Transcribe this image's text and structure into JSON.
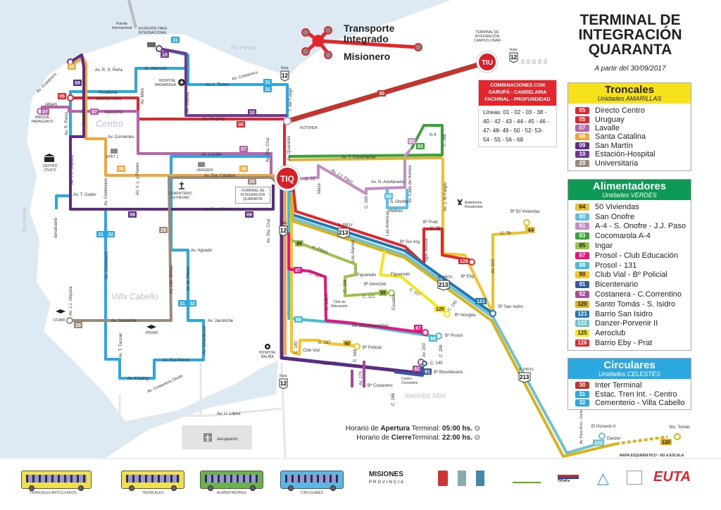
{
  "header": {
    "brand_line1": "Transporte",
    "brand_line2": "Integrado",
    "brand_line3": "Misionero",
    "title_line1": "TERMINAL DE",
    "title_line2": "INTEGRACIÓN",
    "title_line3": "QUARANTA",
    "date": "A partir del  30/09/2017"
  },
  "tiu": {
    "label": "TIU",
    "caption": "TERMINAL DE INTEGRACIÓN CAMPUS UNAM",
    "combo_title_1": "COMBINACIONES CON",
    "combo_title_2": "GARUPÁ - CANDELARIA",
    "combo_title_3": "FACHINAL - PROFUNDIDAD",
    "lines_1": "Líneas: 01 - 02 - 03 - 38 -",
    "lines_2": "40 - 42 - 43 - 44 - 45 - 46 -",
    "lines_3": "47- 48- 49 - 50 - 52- 53-",
    "lines_4": "54 - 55 - 56 - 68"
  },
  "tiq": {
    "label": "TIQ"
  },
  "shields": {
    "ruta": "Ruta",
    "r12": "12",
    "rprov": "R. PROV.",
    "r213": "213"
  },
  "legend": {
    "troncales": {
      "title": "Troncales",
      "subtitle": "Unidades AMARILLAS",
      "header_color": "#f7e11b",
      "items": [
        {
          "code": "05",
          "name": "Directo Centro",
          "color": "#e3262b"
        },
        {
          "code": "05",
          "name": "Uruguay",
          "color": "#e3262b"
        },
        {
          "code": "07",
          "name": "Lavalle",
          "color": "#b764a8"
        },
        {
          "code": "08",
          "name": "Santa Catalina",
          "color": "#f2a73b"
        },
        {
          "code": "09",
          "name": "San Martín",
          "color": "#5b2c83"
        },
        {
          "code": "10",
          "name": "Estación-Hospital",
          "color": "#6d3a8e"
        },
        {
          "code": "29",
          "name": "Universitaria",
          "color": "#9b8b7a"
        }
      ]
    },
    "alimentadores": {
      "title": "Alimentadores",
      "subtitle": "Unidades VERDES",
      "header_color": "#0d9a55",
      "items": [
        {
          "code": "64",
          "name": "50 Viviendas",
          "color": "#e8c22d"
        },
        {
          "code": "80",
          "name": "San Onofre",
          "color": "#5bbfe8"
        },
        {
          "code": "81",
          "name": "A-4 - S. Onofre - J.J. Paso",
          "color": "#c38dc2"
        },
        {
          "code": "83",
          "name": "Cocomarola A-4",
          "color": "#3aa23b"
        },
        {
          "code": "85",
          "name": "Ingar",
          "color": "#9cc24b"
        },
        {
          "code": "87",
          "name": "Prosol - Club Educación",
          "color": "#e6157b"
        },
        {
          "code": "88",
          "name": "Prosol - 131",
          "color": "#46bed0"
        },
        {
          "code": "90",
          "name": "Club Vial - Bº Policial",
          "color": "#f7c325"
        },
        {
          "code": "91",
          "name": "Bicentenario",
          "color": "#3458a3"
        },
        {
          "code": "92",
          "name": "Costanera - C.Correntino",
          "color": "#a74a9c"
        },
        {
          "code": "120",
          "name": "Santo Tomás - S. Isidro",
          "color": "#d9b21c"
        },
        {
          "code": "121",
          "name": "Barrio San Isidro",
          "color": "#1f76b8"
        },
        {
          "code": "122",
          "name": "Danzer-Porvenir II",
          "color": "#6cc3cf"
        },
        {
          "code": "125",
          "name": "Aeroclub",
          "color": "#f6e51c"
        },
        {
          "code": "126",
          "name": "Barrio Eby - Prat",
          "color": "#e3262b"
        }
      ]
    },
    "circulares": {
      "title": "Circulares",
      "subtitle": "Unidades CELESTES",
      "header_color": "#2aa8df",
      "items": [
        {
          "code": "30",
          "name": "Inter Terminal",
          "color": "#c2342e"
        },
        {
          "code": "31",
          "name": "Estac. Tren Int. - Centro",
          "color": "#2aa8df"
        },
        {
          "code": "32",
          "name": "Cementerio - Villa Cabello",
          "color": "#2aa8df"
        }
      ]
    }
  },
  "map": {
    "labels": [
      "Av. R. S. Peña",
      "Av. Marconi",
      "Rivadavia",
      "Buenos Aires",
      "Alberti",
      "Ayacucho",
      "Centro",
      "Av. Corrientes",
      "Av. Costanera",
      "Av. R. Perez",
      "Santa Fe",
      "Av. Mitre",
      "Av. Cabred",
      "Av. L. Torres",
      "Av. Costanera",
      "T. del Fuego",
      "Av. Uruguay",
      "Av. Lavalle",
      "Av. Sta. Catalina",
      "Av. San Martín",
      "Av. T. Guido",
      "Av. J.J. Urquiza",
      "Av. Centenario",
      "Av. V. L. y Planes",
      "Av. Sta. Cruz",
      "Av. Quaranta",
      "Almafuerte",
      "Av. Centenario",
      "Av. Aguado",
      "Av. Alte. Brown",
      "Av. M. Fierro",
      "Villa Cabello",
      "Av. Jauretche",
      "Av. Jauretche",
      "Av. Chacabuco",
      "Av. T. Tacuari",
      "Av. Eva Perón",
      "Av. Kolping",
      "Av. Costanera Oeste",
      "Av. U. López",
      "Aeropuerto",
      "Av. J.J. Urquiza",
      "Av. Sta. Cruz",
      "Av. T. Cocomarola",
      "C. 71",
      "Maza",
      "Av. J.J. Paso",
      "C. 165",
      "Av. N. Avellaneda",
      "Av. Cabo de Hornos",
      "S. Onofre",
      "Matheu",
      "Las Américas",
      "A-4",
      "C. 166",
      "Av. J. M Fangio",
      "Autódromo Rosamonte",
      "Bº 50 Viviendas",
      "C. 79",
      "C. 79",
      "Bº Pratt",
      "Bº Sur Arg.",
      "Sgto. Acosta",
      "Av. 210",
      "Bº Eby",
      "Bº San Isidro",
      "H. Pérez",
      "Los Álamos",
      "Figueredo",
      "Figueredo",
      "Bº Aeroclub",
      "C. 154",
      "C. 121",
      "Club de Educación",
      "Ecuador",
      "C. 117",
      "C. 190",
      "Bº Nosiglia",
      "C. 107",
      "C. 148 A",
      "Av. 131 (Jauretche)",
      "Bº Prosol",
      "Av. 200",
      "C. 206",
      "C. 137",
      "C. 140",
      "Club Vial",
      "Bº Policial",
      "C. 164",
      "Av. 147",
      "C. 145",
      "Bº Bicentenario",
      "Av. 170",
      "Bº Costanero",
      "C. 188",
      "Centro Correntino",
      "Itaembé Miní",
      "Río Paraná",
      "Río Paraná",
      "Puente Internacional",
      "ESTACIÓN TREN INTERNACIONAL",
      "HOSPITAL MADARIAGA",
      "PARQUE PARAGUAYO",
      "CENTRO CÍVICO",
      "EPET 1",
      "JANSSEN",
      "CEMENTERIO LA PIEDAD",
      "ROTONDA",
      "TERMINAL DE INTEGRACIÓN QUARANTA",
      "UCAMI",
      "IPESMI",
      "HOSPITAL BALIÑA",
      "El Porvenir II",
      "Danzer",
      "Sto. Tomás",
      "Av. Paso Arco - Garita",
      "MAPA ESQUEMÁTICO - NO A ESCALA"
    ]
  },
  "schedule": {
    "prefix": "Horario de ",
    "open_word": "Apertura",
    "mid1": " Terminal: ",
    "open_time": "05:00 hs.",
    "close_word": "Cierre",
    "mid2": "Terminal: ",
    "close_time": "22:00 hs."
  },
  "footer": {
    "bus_types": [
      "TRONCALES ARTICULADOS",
      "TRONCALES",
      "ALIMENTADORES",
      "CIRCULARES"
    ],
    "bus_colors": [
      "#f2e04a",
      "#f2e04a",
      "#6ab34a",
      "#5ab8e6"
    ],
    "logo_misiones": "MISIONES",
    "logo_provincia": "PROVINCIA",
    "logo_euta": "EUTA",
    "logo_tipoke": "TIPoKe"
  }
}
